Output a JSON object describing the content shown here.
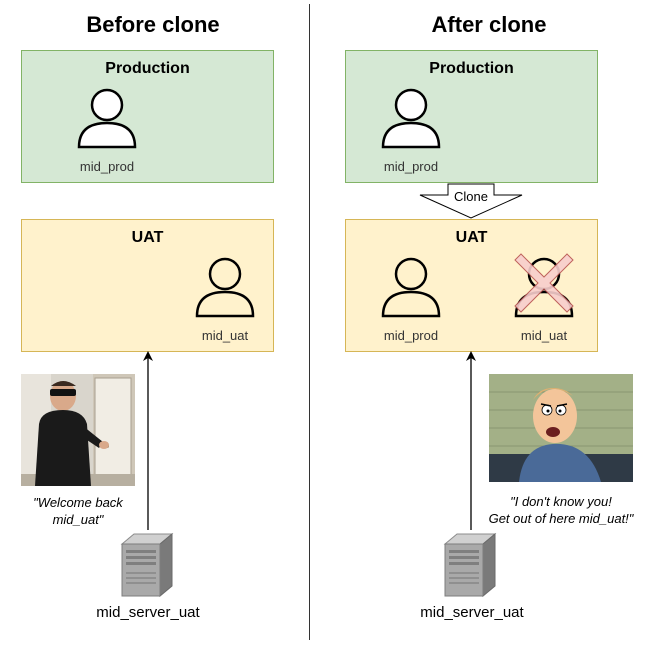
{
  "left": {
    "heading": "Before clone",
    "production": {
      "title": "Production",
      "user": "mid_prod"
    },
    "uat": {
      "title": "UAT",
      "user": "mid_uat"
    },
    "quote_line1": "\"Welcome back",
    "quote_line2": "mid_uat\"",
    "server": "mid_server_uat"
  },
  "right": {
    "heading": "After clone",
    "production": {
      "title": "Production",
      "user": "mid_prod"
    },
    "clone_label": "Clone",
    "uat": {
      "title": "UAT",
      "user_a": "mid_prod",
      "user_b": "mid_uat"
    },
    "quote_line1": "\"I don't know you!",
    "quote_line2": "Get out of here mid_uat!\"",
    "server": "mid_server_uat"
  },
  "colors": {
    "production_fill": "#d5e8d4",
    "production_border": "#82b366",
    "uat_fill": "#fff2cc",
    "uat_border": "#d6b656",
    "cross": "#f8cecc"
  }
}
